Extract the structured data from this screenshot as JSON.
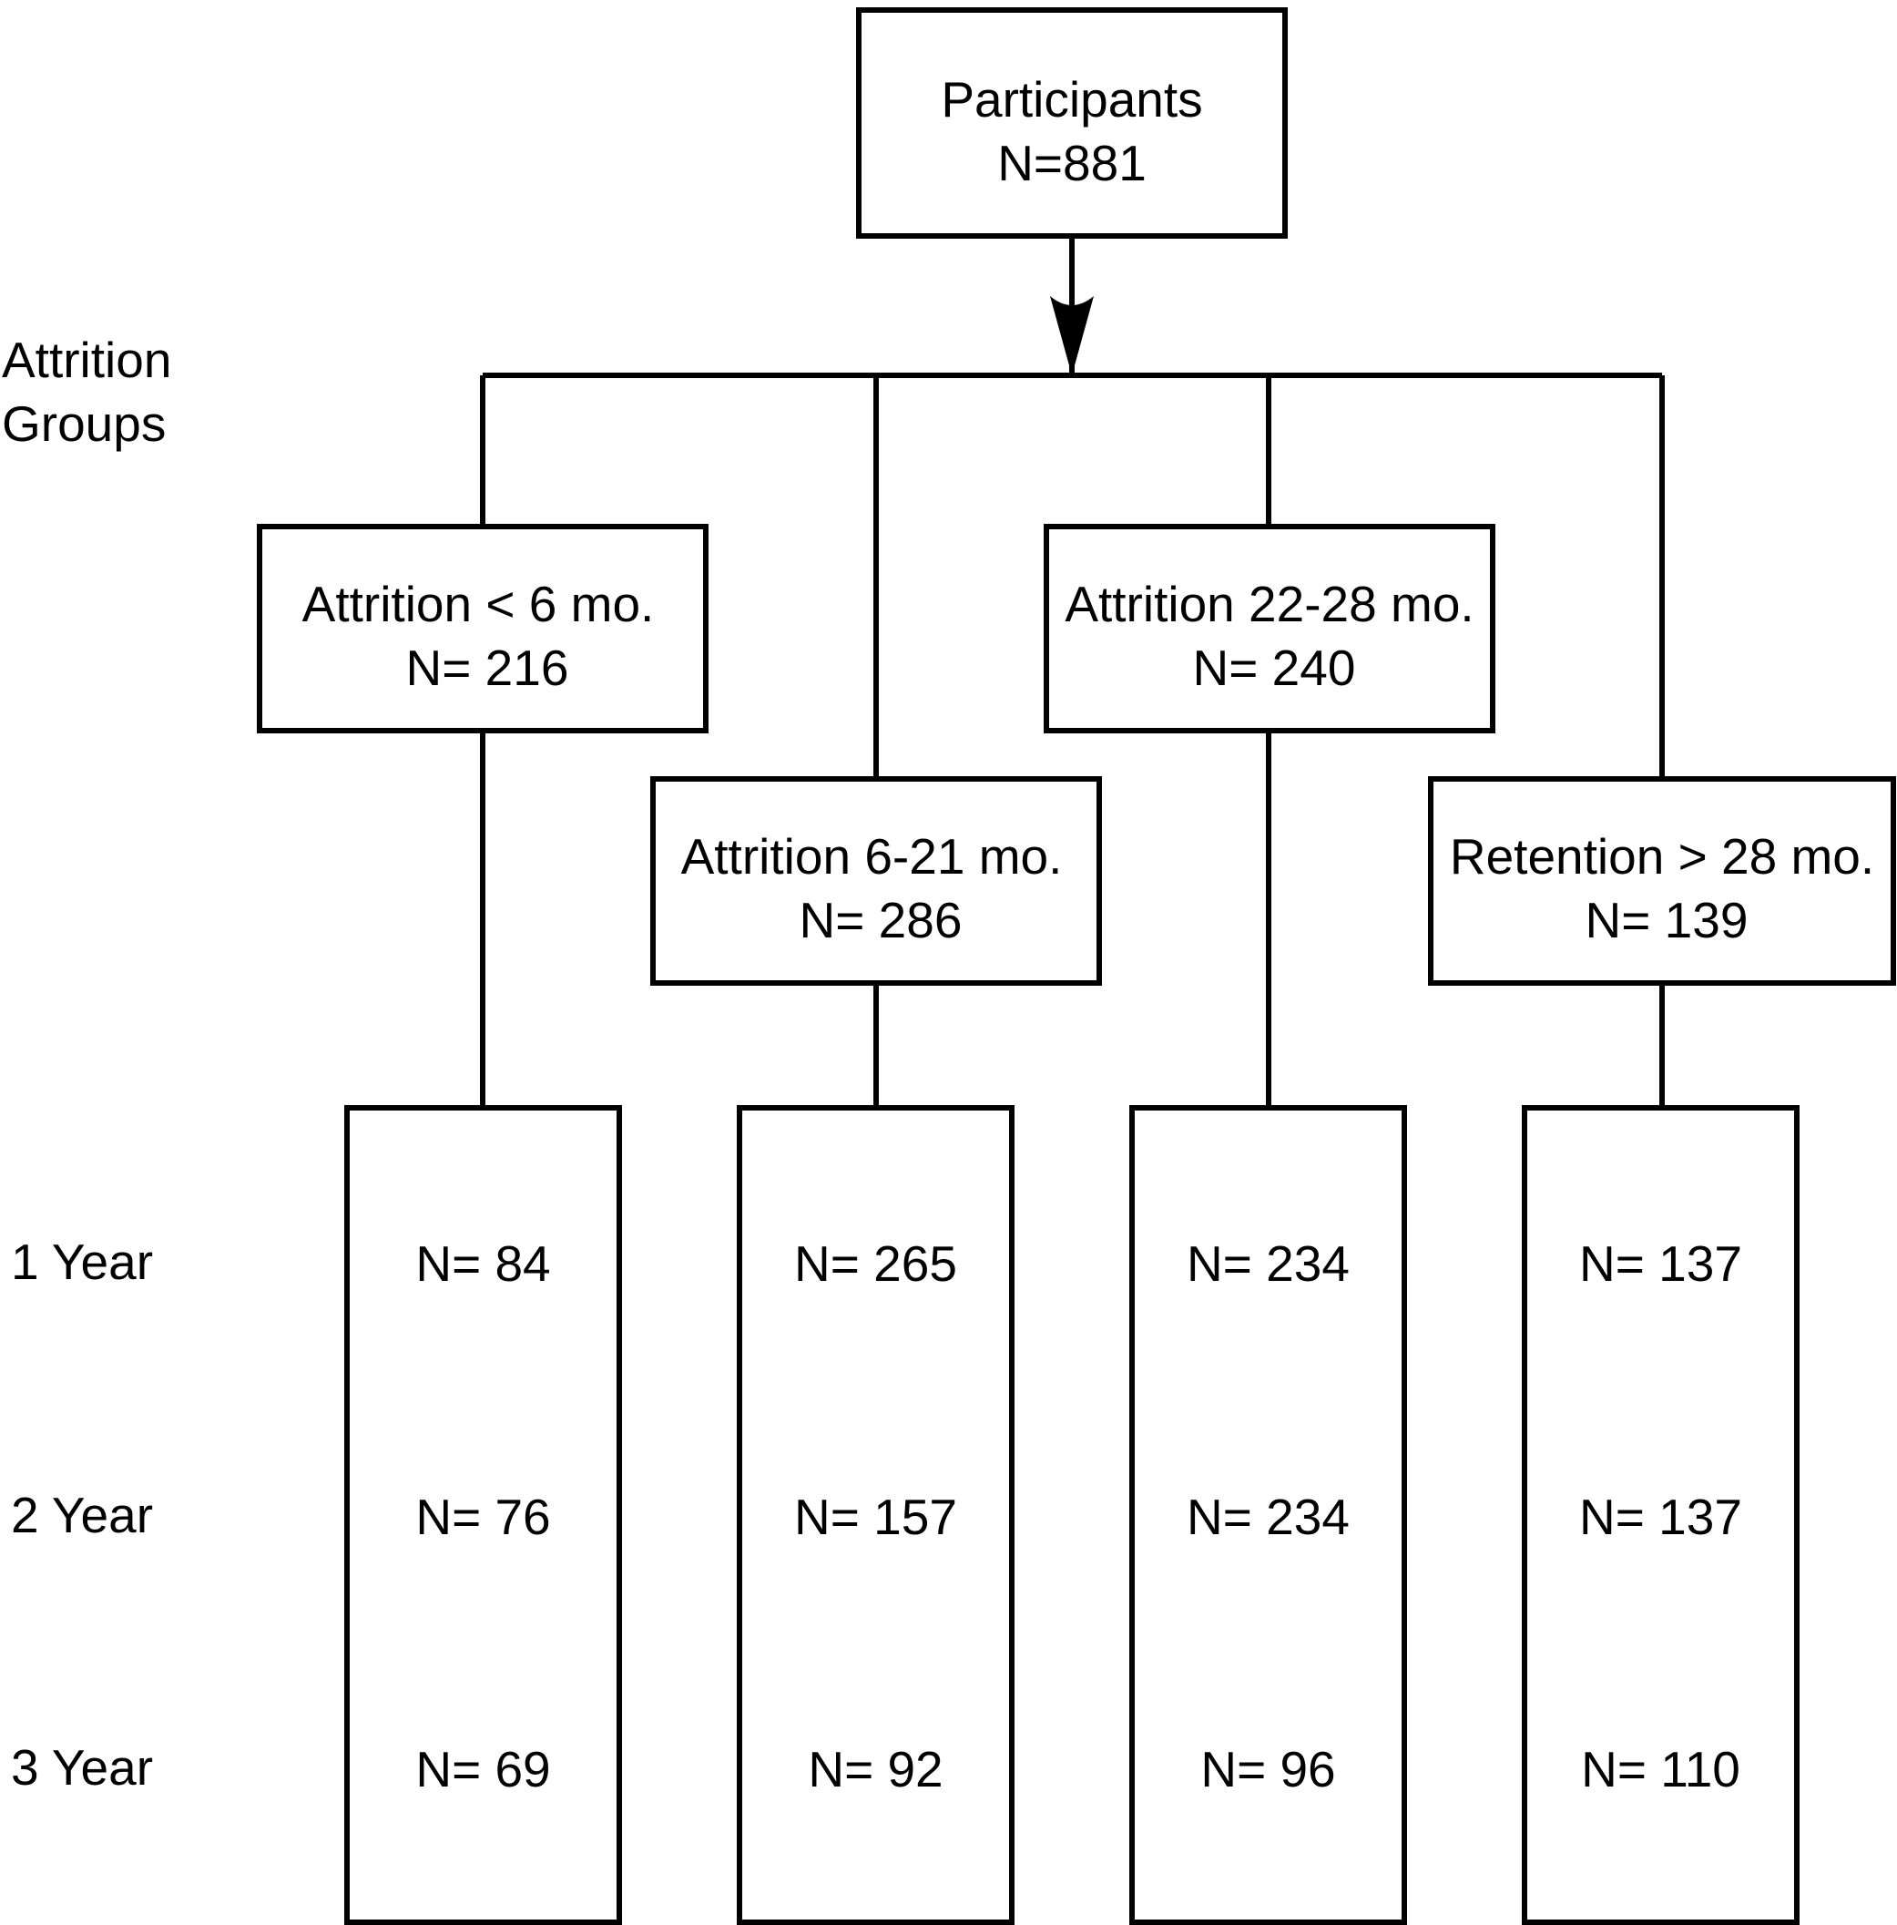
{
  "root": {
    "title": "Participants",
    "count": "N=881"
  },
  "side_label": {
    "line1": "Attrition",
    "line2": "Groups"
  },
  "years": [
    "1 Year",
    "2 Year",
    "3 Year"
  ],
  "groups": [
    {
      "title": "Attrition < 6 mo.",
      "count": "N= 216",
      "year_counts": [
        "N= 84",
        "N= 76",
        "N= 69"
      ]
    },
    {
      "title": "Attrition 6-21 mo.",
      "count": "N= 286",
      "year_counts": [
        "N= 265",
        "N= 157",
        "N= 92"
      ]
    },
    {
      "title": "Attrition 22-28 mo.",
      "count": "N= 240",
      "year_counts": [
        "N= 234",
        "N= 234",
        "N= 96"
      ]
    },
    {
      "title": "Retention > 28 mo.",
      "count": "N= 139",
      "year_counts": [
        "N= 137",
        "N= 137",
        "N= 110"
      ]
    }
  ]
}
